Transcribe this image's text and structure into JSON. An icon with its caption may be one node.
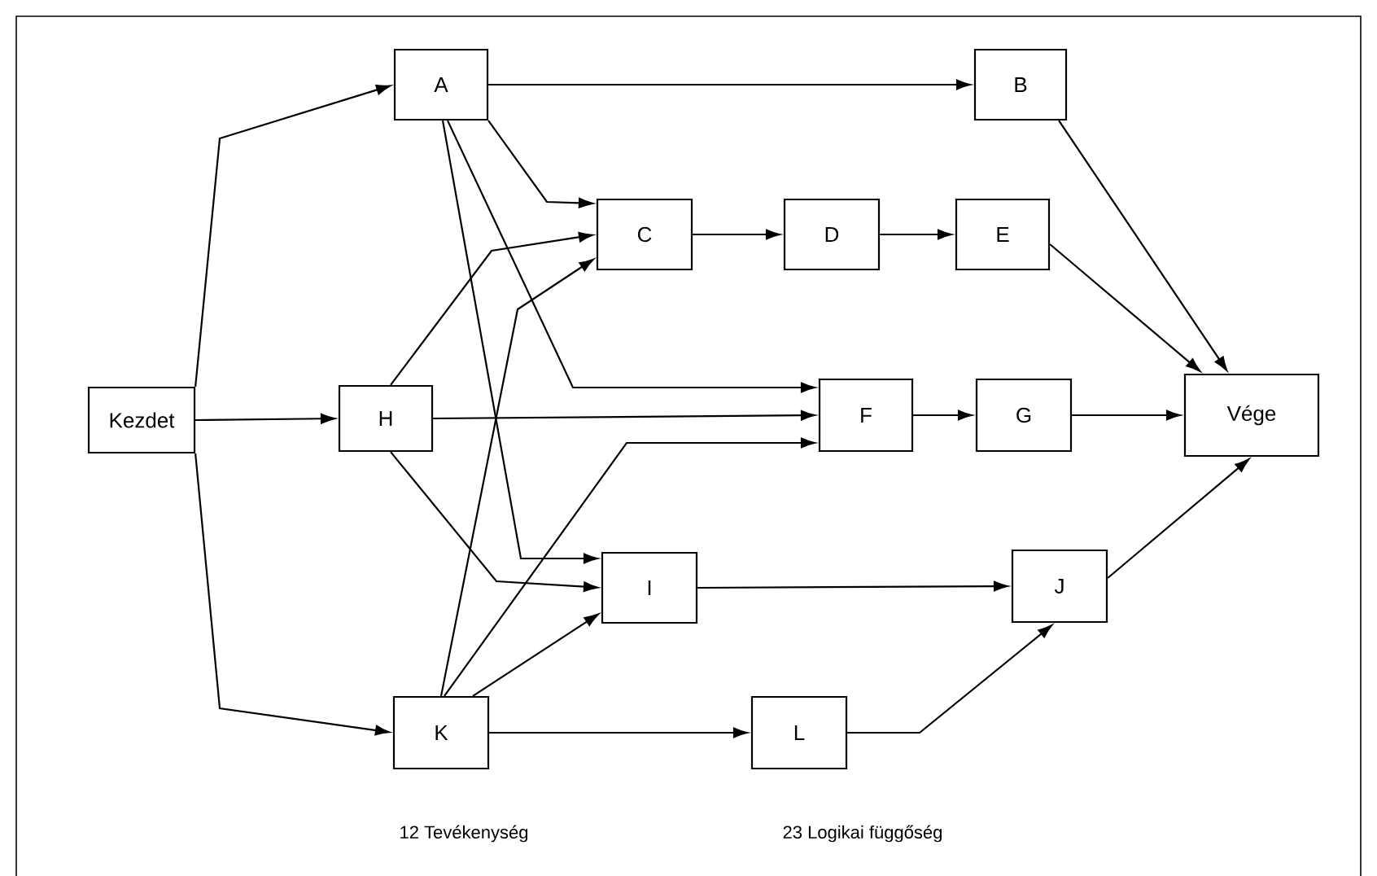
{
  "diagram": {
    "nodes": [
      {
        "text": [
          "Kezdet"
        ]
      },
      {
        "text": [
          "A"
        ]
      },
      {
        "text": [
          "B"
        ]
      },
      {
        "text": [
          "C"
        ]
      },
      {
        "text": [
          "D"
        ]
      },
      {
        "text": [
          "E"
        ]
      },
      {
        "text": [
          "H"
        ]
      },
      {
        "text": [
          "F"
        ]
      },
      {
        "text": [
          "G"
        ]
      },
      {
        "text": [
          "Vége"
        ]
      },
      {
        "text": [
          "I"
        ]
      },
      {
        "text": [
          "J"
        ]
      },
      {
        "text": [
          "K"
        ]
      },
      {
        "text": [
          "L"
        ]
      }
    ],
    "edges": [
      {
        "from": 0,
        "to": 1,
        "arrow": "to"
      },
      {
        "from": 0,
        "to": 6,
        "arrow": "to"
      },
      {
        "from": 0,
        "to": 12,
        "arrow": "to"
      },
      {
        "from": 1,
        "to": 2,
        "arrow": "to"
      },
      {
        "from": 1,
        "to": 3,
        "arrow": "to"
      },
      {
        "from": 1,
        "to": 7,
        "arrow": "to"
      },
      {
        "from": 1,
        "to": 10,
        "arrow": "to"
      },
      {
        "from": 2,
        "to": 9,
        "arrow": "to"
      },
      {
        "from": 3,
        "to": 4,
        "arrow": "to"
      },
      {
        "from": 4,
        "to": 5,
        "arrow": "to"
      },
      {
        "from": 5,
        "to": 9,
        "arrow": "to"
      },
      {
        "from": 6,
        "to": 3,
        "arrow": "to"
      },
      {
        "from": 6,
        "to": 7,
        "arrow": "to"
      },
      {
        "from": 6,
        "to": 10,
        "arrow": "to"
      },
      {
        "from": 12,
        "to": 3,
        "arrow": "to"
      },
      {
        "from": 12,
        "to": 7,
        "arrow": "to"
      },
      {
        "from": 12,
        "to": 10,
        "arrow": "to"
      },
      {
        "from": 12,
        "to": 13,
        "arrow": "to"
      },
      {
        "from": 7,
        "to": 8,
        "arrow": "to"
      },
      {
        "from": 8,
        "to": 9,
        "arrow": "to"
      },
      {
        "from": 10,
        "to": 11,
        "arrow": "to"
      },
      {
        "from": 11,
        "to": 9,
        "arrow": "to"
      },
      {
        "from": 13,
        "to": 11,
        "arrow": "to"
      }
    ],
    "labels": [
      "12 Tevékenység",
      "23 Logikai függőség"
    ]
  }
}
